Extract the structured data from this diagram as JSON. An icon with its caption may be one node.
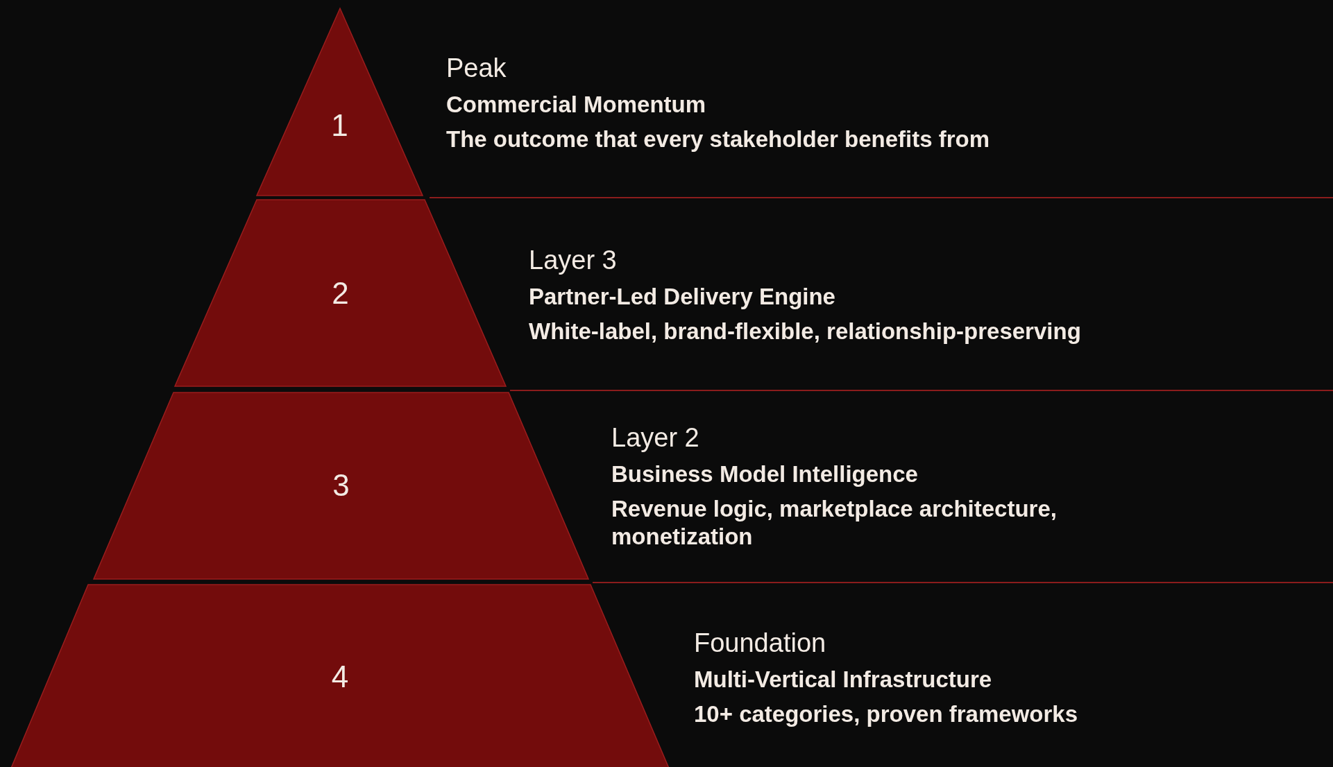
{
  "diagram": {
    "nodes": [
      {
        "text": [
          "1"
        ],
        "beside": [
          "Peak",
          "Commercial Momentum",
          "The outcome that every stakeholder benefits from"
        ]
      },
      {
        "text": [
          "2"
        ],
        "beside": [
          "Layer 3",
          "Partner-Led Delivery Engine",
          "White-label, brand-flexible, relationship-preserving"
        ]
      },
      {
        "text": [
          "3"
        ],
        "beside": [
          "Layer 2",
          "Business Model Intelligence",
          "Revenue logic, marketplace architecture, monetization"
        ]
      },
      {
        "text": [
          "4"
        ],
        "beside": [
          "Foundation",
          "Multi-Vertical Infrastructure",
          "10+ categories, proven frameworks"
        ]
      }
    ]
  }
}
